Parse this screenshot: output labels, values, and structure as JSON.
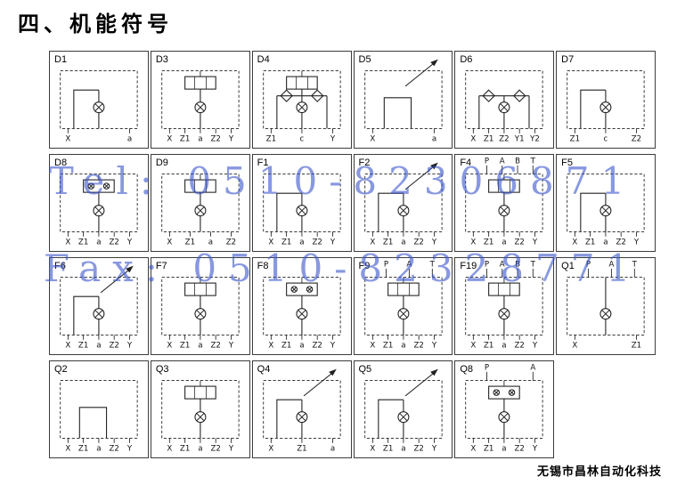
{
  "page": {
    "title": "四、机能符号",
    "footer": "无锡市昌林自动化科技",
    "watermark": {
      "line1": "Tel: 0510-82306871",
      "line2": "Fax: 0510-82328771",
      "color": "#3a55cc"
    }
  },
  "grid": {
    "columns": 6,
    "cells": [
      {
        "id": "D1",
        "top_ports": [],
        "bottom_ports": [
          "X",
          "a"
        ],
        "features": [
          "orifice"
        ]
      },
      {
        "id": "D3",
        "top_ports": [],
        "bottom_ports": [
          "X",
          "Z1",
          "a",
          "Z2",
          "Y"
        ],
        "features": [
          "valve-rect",
          "orifice"
        ]
      },
      {
        "id": "D4",
        "top_ports": [],
        "bottom_ports": [
          "Z1",
          "c",
          "Y"
        ],
        "features": [
          "valve-rect",
          "diamond2",
          "orifice"
        ]
      },
      {
        "id": "D5",
        "top_ports": [],
        "bottom_ports": [
          "X",
          "a"
        ],
        "features": [
          "arrow"
        ]
      },
      {
        "id": "D6",
        "top_ports": [],
        "bottom_ports": [
          "X",
          "Z1",
          "Z2",
          "Y1",
          "Y2"
        ],
        "features": [
          "diamond2",
          "orifice"
        ]
      },
      {
        "id": "D7",
        "top_ports": [],
        "bottom_ports": [
          "Z1",
          "c",
          "Z2"
        ],
        "features": [
          "orifice"
        ]
      },
      {
        "id": "D8",
        "top_ports": [],
        "bottom_ports": [
          "X",
          "Z1",
          "a",
          "Z2",
          "Y"
        ],
        "features": [
          "valve-rect",
          "orifice2",
          "orifice"
        ]
      },
      {
        "id": "D9",
        "top_ports": [],
        "bottom_ports": [
          "X",
          "Z1",
          "a",
          "Z2"
        ],
        "features": [
          "valve-rect",
          "orifice"
        ]
      },
      {
        "id": "F1",
        "top_ports": [],
        "bottom_ports": [
          "X",
          "Z1",
          "a",
          "Z2",
          "Y"
        ],
        "features": [
          "orifice"
        ]
      },
      {
        "id": "F2",
        "top_ports": [],
        "bottom_ports": [
          "X",
          "Z1",
          "a",
          "Z2",
          "Y"
        ],
        "features": [
          "arrow",
          "orifice"
        ]
      },
      {
        "id": "F4",
        "top_ports": [
          "P",
          "A",
          "B",
          "T"
        ],
        "bottom_ports": [
          "X",
          "Z1",
          "a",
          "Z2",
          "Y"
        ],
        "features": [
          "valve-rect",
          "orifice"
        ]
      },
      {
        "id": "F5",
        "top_ports": [],
        "bottom_ports": [
          "X",
          "Z1",
          "a",
          "Z2",
          "Y"
        ],
        "features": [
          "orifice"
        ]
      },
      {
        "id": "F6",
        "top_ports": [],
        "bottom_ports": [
          "X",
          "Z1",
          "a",
          "Z2",
          "Y"
        ],
        "features": [
          "arrow",
          "orifice"
        ]
      },
      {
        "id": "F7",
        "top_ports": [],
        "bottom_ports": [
          "X",
          "Z1",
          "a",
          "Z2",
          "Y"
        ],
        "features": [
          "valve-rect",
          "orifice"
        ]
      },
      {
        "id": "F8",
        "top_ports": [],
        "bottom_ports": [
          "X",
          "Z1",
          "a",
          "Z2",
          "Y"
        ],
        "features": [
          "valve-rect",
          "orifice2",
          "orifice"
        ]
      },
      {
        "id": "F9",
        "top_ports": [
          "P",
          "A",
          "T"
        ],
        "bottom_ports": [
          "X",
          "Z1",
          "a",
          "Z2",
          "Y"
        ],
        "features": [
          "valve-rect",
          "orifice"
        ]
      },
      {
        "id": "F19",
        "top_ports": [
          "P",
          "A",
          "B",
          "T"
        ],
        "bottom_ports": [
          "X",
          "Z1",
          "a",
          "Z2",
          "Y"
        ],
        "features": [
          "valve-rect",
          "orifice"
        ]
      },
      {
        "id": "Q1",
        "top_ports": [
          "P",
          "A",
          "T"
        ],
        "bottom_ports": [
          "X",
          "Z1"
        ],
        "features": [
          "orifice"
        ]
      },
      {
        "id": "Q2",
        "top_ports": [],
        "bottom_ports": [
          "X",
          "Z1",
          "a",
          "Z2",
          "Y"
        ],
        "features": []
      },
      {
        "id": "Q3",
        "top_ports": [],
        "bottom_ports": [
          "X",
          "Z1",
          "a",
          "Z2",
          "Y"
        ],
        "features": [
          "valve-rect",
          "orifice"
        ]
      },
      {
        "id": "Q4",
        "top_ports": [],
        "bottom_ports": [
          "X",
          "Z1",
          "a"
        ],
        "features": [
          "arrow",
          "orifice"
        ]
      },
      {
        "id": "Q5",
        "top_ports": [],
        "bottom_ports": [
          "X",
          "Z1",
          "a",
          "Z2",
          "Y"
        ],
        "features": [
          "arrow",
          "orifice"
        ]
      },
      {
        "id": "Q8",
        "top_ports": [
          "P",
          "A"
        ],
        "bottom_ports": [
          "X",
          "Z1",
          "a",
          "Z2",
          "Y"
        ],
        "features": [
          "valve-rect",
          "orifice2",
          "orifice"
        ]
      }
    ]
  }
}
